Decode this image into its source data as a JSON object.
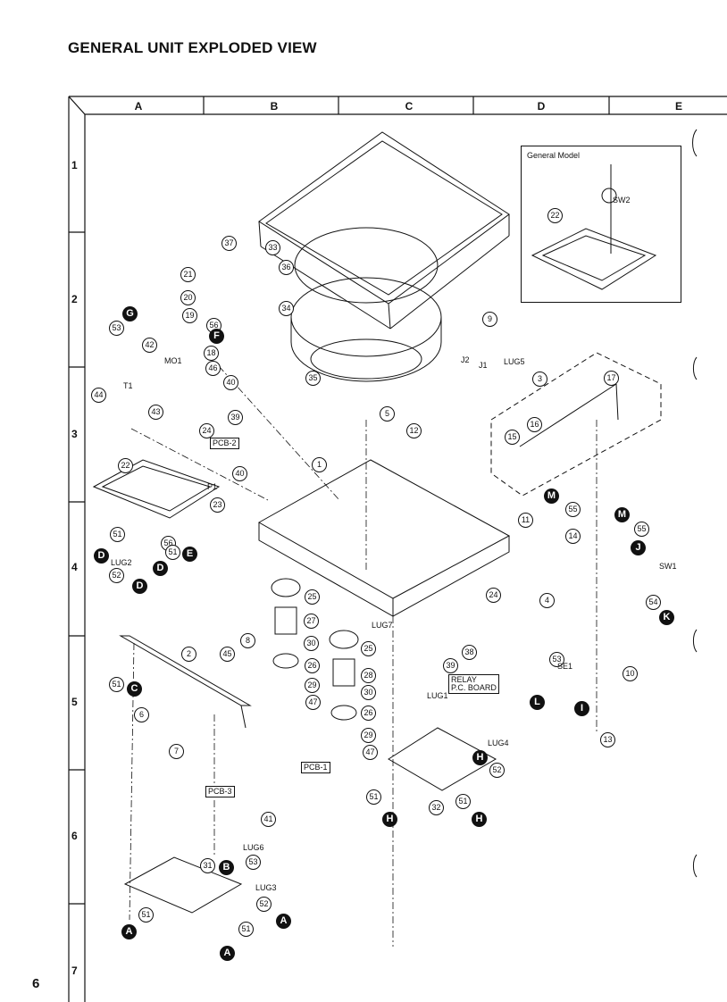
{
  "title": "GENERAL UNIT EXPLODED VIEW",
  "page_number": "6",
  "grid": {
    "columns": [
      "A",
      "B",
      "C",
      "D",
      "E"
    ],
    "rows": [
      "1",
      "2",
      "3",
      "4",
      "5",
      "6",
      "7"
    ]
  },
  "inset": {
    "title": "General Model"
  },
  "part_numbers": [
    "37",
    "33",
    "36",
    "34",
    "35",
    "21",
    "20",
    "19",
    "56",
    "18",
    "46",
    "40",
    "53",
    "42",
    "44",
    "43",
    "39",
    "24",
    "40",
    "22",
    "51",
    "56",
    "51",
    "23",
    "52",
    "1",
    "5",
    "12",
    "9",
    "3",
    "17",
    "16",
    "15",
    "11",
    "55",
    "14",
    "55",
    "4",
    "54",
    "25",
    "27",
    "30",
    "26",
    "29",
    "47",
    "25",
    "28",
    "30",
    "26",
    "29",
    "47",
    "24",
    "38",
    "39",
    "53",
    "10",
    "13",
    "52",
    "51",
    "51",
    "32",
    "2",
    "45",
    "8",
    "51",
    "6",
    "7",
    "41",
    "31",
    "53",
    "52",
    "51",
    "51",
    "22"
  ],
  "ref_letters": [
    "G",
    "F",
    "D",
    "E",
    "D",
    "D",
    "C",
    "L",
    "I",
    "H",
    "H",
    "H",
    "B",
    "A",
    "A",
    "A",
    "M",
    "M",
    "J",
    "K"
  ],
  "labels": [
    "SW2",
    "MO1",
    "T1",
    "PCB-2",
    "P1",
    "LUG2",
    "J2",
    "J1",
    "LUG5",
    "LUG7",
    "LUG1",
    "RELAY\nP.C. BOARD",
    "SE1",
    "SW1",
    "LUG4",
    "PCB-3",
    "PCB-1",
    "LUG6",
    "LUG3"
  ],
  "colors": {
    "ink": "#111111",
    "paper": "#ffffff",
    "ref_letter_fill": "#111111"
  }
}
